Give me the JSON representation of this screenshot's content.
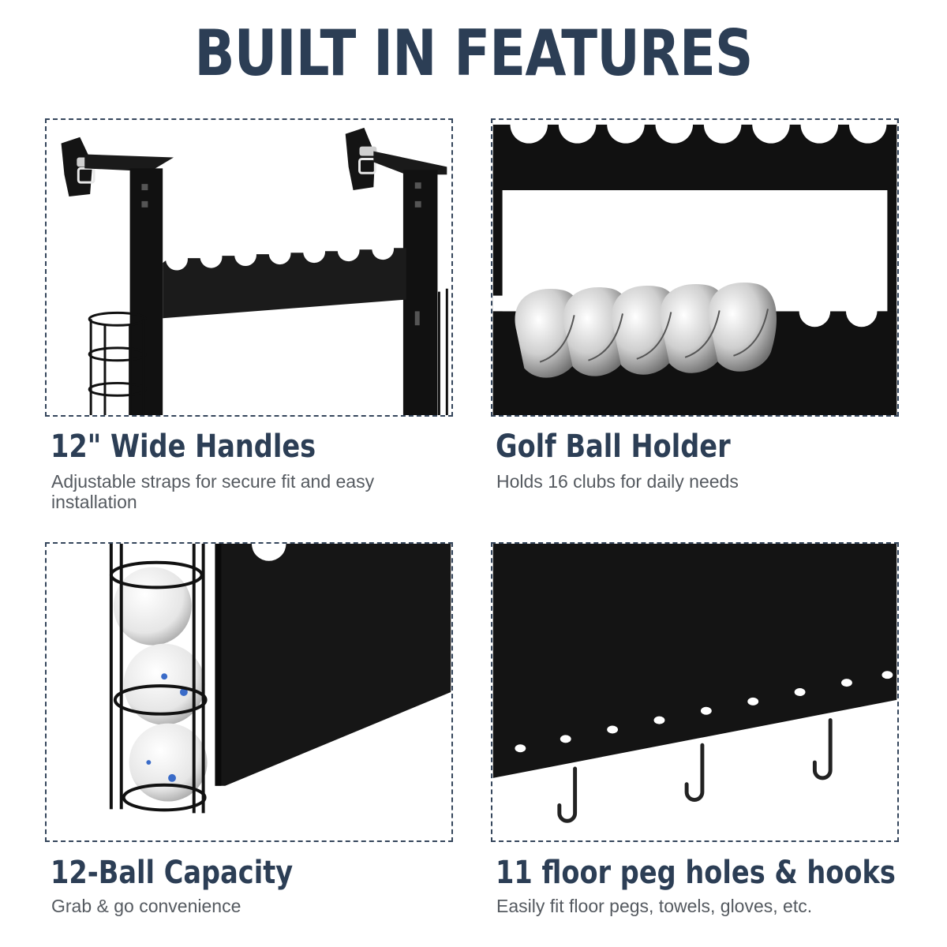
{
  "header": {
    "title": "BUILT IN FEATURES"
  },
  "colors": {
    "heading": "#2c3e55",
    "body_text": "#555a60",
    "border": "#35465c",
    "metal": "#111111"
  },
  "features": [
    {
      "title": "12\" Wide Handles",
      "description": "Adjustable straps for secure fit and easy installation"
    },
    {
      "title": "Golf Ball Holder",
      "description": "Holds 16 clubs for daily needs"
    },
    {
      "title": "12-Ball Capacity",
      "description": "Grab & go convenience"
    },
    {
      "title": "11 floor peg holes & hooks",
      "description": "Easily fit floor pegs, towels, gloves, etc."
    }
  ]
}
